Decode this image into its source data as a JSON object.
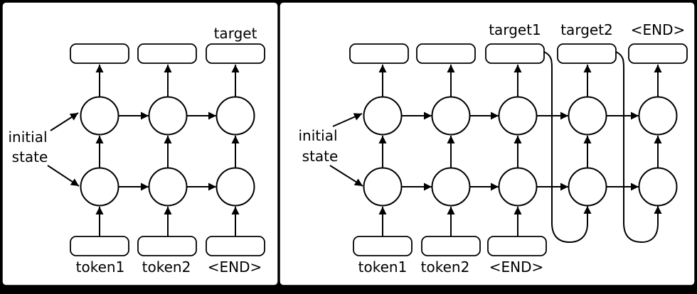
{
  "colors": {
    "background": "#000000",
    "panel_fill": "#ffffff",
    "stroke": "#000000"
  },
  "left_panel": {
    "initial_state_label": {
      "line1": "initial",
      "line2": "state"
    },
    "input_labels": [
      "token1",
      "token2",
      "<END>"
    ],
    "output_labels": [
      "target"
    ]
  },
  "right_panel": {
    "initial_state_label": {
      "line1": "initial",
      "line2": "state"
    },
    "input_labels": [
      "token1",
      "token2",
      "<END>"
    ],
    "output_labels": [
      "target1",
      "target2",
      "<END>"
    ]
  }
}
